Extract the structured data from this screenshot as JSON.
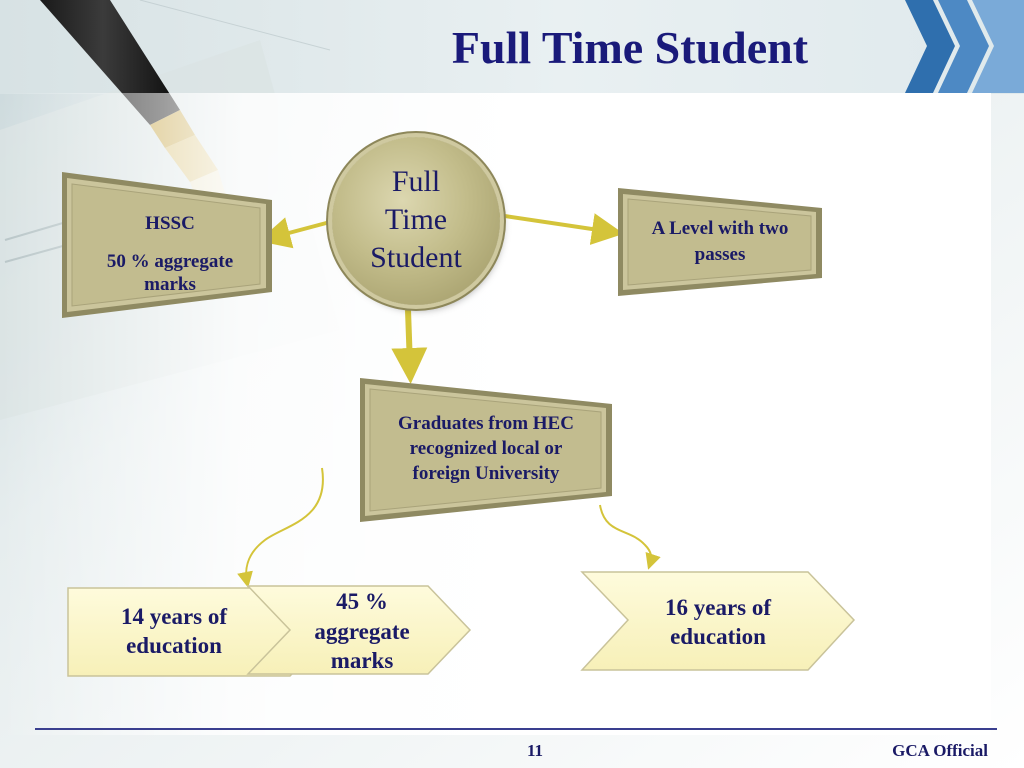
{
  "slide": {
    "title": "Full Time Student",
    "page_number": "11",
    "footer": "GCA Official"
  },
  "diagram": {
    "center": {
      "lines": [
        "Full",
        "Time",
        "Student"
      ]
    },
    "left_box": {
      "heading": "HSSC",
      "detail_line1": "50 % aggregate",
      "detail_line2": "marks"
    },
    "right_box": {
      "line1": "A Level with two",
      "line2": "passes"
    },
    "bottom_box": {
      "line1": "Graduates from HEC",
      "line2": "recognized local or",
      "line3": "foreign University"
    },
    "branch_left": {
      "years_line1": "14 years  of",
      "years_line2": "education",
      "marks_line1": "45 %",
      "marks_line2": "aggregate",
      "marks_line3": "marks"
    },
    "branch_right": {
      "line1": "16 years  of",
      "line2": "education"
    }
  },
  "colors": {
    "title": "#1a1a7a",
    "text": "#1a1a66",
    "arrow": "#d4c43a",
    "flow_fill": "#fcf8cf",
    "stone": "#c9c39a"
  }
}
